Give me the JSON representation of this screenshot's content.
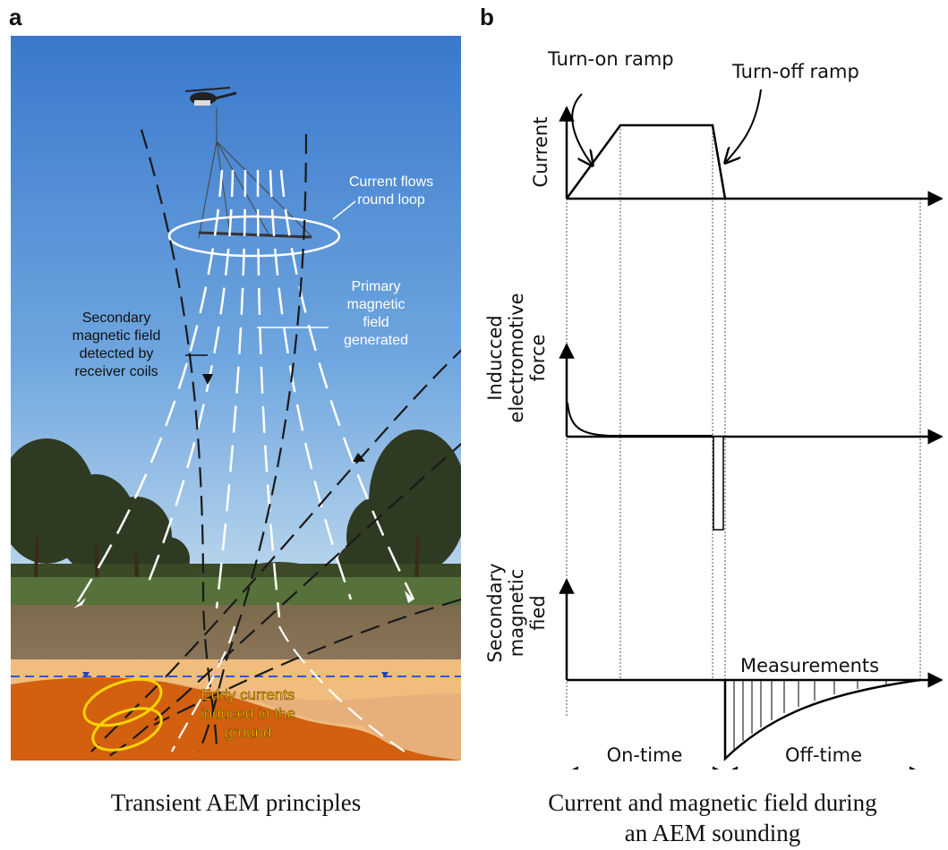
{
  "panel_a": {
    "letter": "a",
    "caption": "Transient AEM principles",
    "labels": {
      "current_flows_1": "Current flows",
      "current_flows_2": "round loop",
      "primary_1": "Primary",
      "primary_2": "magnetic",
      "primary_3": "field",
      "primary_4": "generated",
      "secondary_1": "Secondary",
      "secondary_2": "magnetic field",
      "secondary_3": "detected by",
      "secondary_4": "receiver coils",
      "eddy_1": "Eddy currents",
      "eddy_2": "induced in the",
      "eddy_3": "ground"
    },
    "colors": {
      "sky_top": "#3f7fd0",
      "sky_bottom": "#a9cdea",
      "soil_light": "#f3c080",
      "soil_dark": "#d4620f",
      "eddy": "#ffd400"
    }
  },
  "panel_b": {
    "letter": "b",
    "caption_line1": "Current and magnetic field during",
    "caption_line2": "an AEM sounding",
    "ylabel_current": "Current",
    "ylabel_emf_1": "Inducced",
    "ylabel_emf_2": "electromotive",
    "ylabel_emf_3": "force",
    "ylabel_secondary_1": "Secondary",
    "ylabel_secondary_2": "magnetic",
    "ylabel_secondary_3": "fied",
    "turn_on_ramp": "Turn-on ramp",
    "turn_off_ramp": "Turn-off ramp",
    "measurements": "Measurements",
    "on_time": "On-time",
    "off_time": "Off-time"
  }
}
